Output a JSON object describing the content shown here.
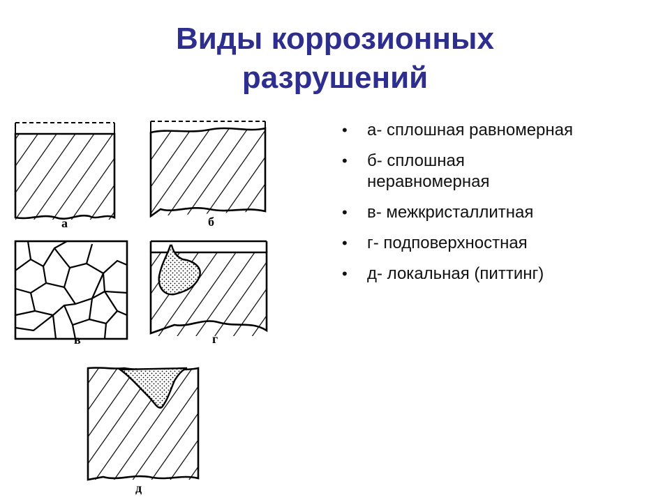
{
  "title": {
    "line1": "Виды коррозионных",
    "line2": "разрушений"
  },
  "bullets": [
    "а- сплошная равномерная",
    "б- сплошная неравномерная",
    "в- межкристаллитная",
    "г- подповерхностная",
    "д- локальная (питтинг)"
  ],
  "figures": {
    "a": "а",
    "b": "б",
    "v": "в",
    "g": "г",
    "d": "д"
  },
  "colors": {
    "title": "#2e2e8f",
    "text": "#111111",
    "ink": "#000000"
  }
}
